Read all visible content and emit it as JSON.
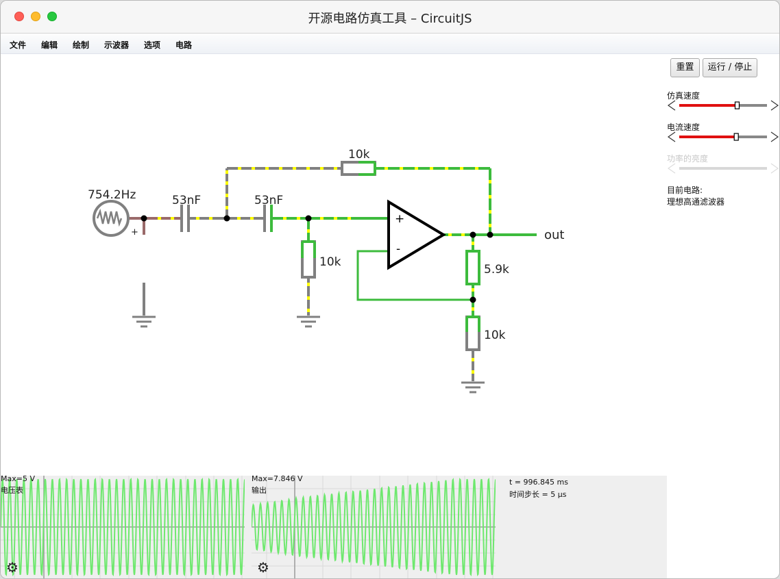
{
  "window": {
    "title": "开源电路仿真工具 – CircuitJS"
  },
  "menu": [
    "文件",
    "编辑",
    "绘制",
    "示波器",
    "选项",
    "电路"
  ],
  "buttons": {
    "reset": "重置",
    "run_stop": "运行 / 停止"
  },
  "side_panel": {
    "sim_speed_label": "仿真速度",
    "current_speed_label": "电流速度",
    "power_brightness_label": "功率的亮度",
    "current_circuit_label": "目前电路:",
    "current_circuit_name": "理想高通滤波器",
    "sim_speed_fraction": 0.66,
    "current_speed_fraction": 0.65
  },
  "circuit": {
    "source_freq": "754.2Hz",
    "source_polarity": "+",
    "cap1": "53nF",
    "cap2": "53nF",
    "r_feedback": "10k",
    "r_ground": "10k",
    "r_upper_divider": "5.9k",
    "r_lower_divider": "10k",
    "opamp_plus": "+",
    "opamp_minus": "-",
    "output_label": "out"
  },
  "scopes": [
    {
      "max_label": "Max=5 V",
      "name": "电压表"
    },
    {
      "max_label": "Max=7.846 V",
      "name": "输出"
    }
  ],
  "status": {
    "time": "t = 996.845 ms",
    "timestep": "时间步长 = 5 μs"
  },
  "colors": {
    "wire_gray": "#808080",
    "wire_green": "#3dbb3d",
    "current_dot": "#ffff00",
    "wave": "#6ee86e",
    "slider_fill": "#e01010"
  }
}
